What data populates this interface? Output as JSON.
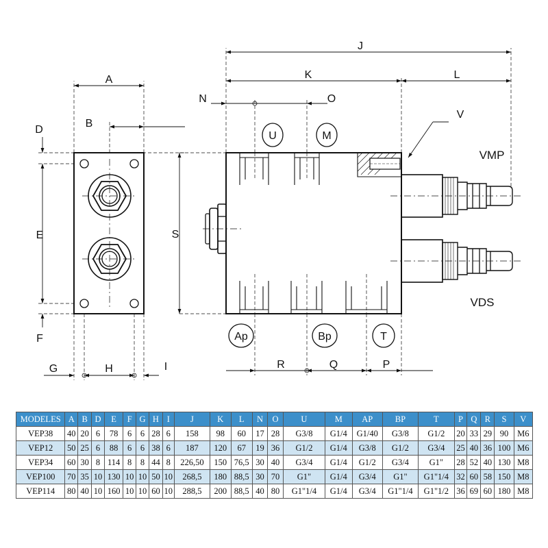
{
  "drawing": {
    "dimension_labels": {
      "A": "A",
      "B": "B",
      "D": "D",
      "E": "E",
      "F": "F",
      "G": "G",
      "H": "H",
      "I": "I",
      "J": "J",
      "K": "K",
      "L": "L",
      "N": "N",
      "O": "O",
      "S": "S",
      "V": "V",
      "R": "R",
      "Q": "Q",
      "P": "P"
    },
    "ports": {
      "U": "U",
      "M": "M",
      "Ap": "Ap",
      "Bp": "Bp",
      "T": "T"
    },
    "valve_labels": {
      "VMP": "VMP",
      "VDS": "VDS"
    }
  },
  "spec_table": {
    "headers": [
      "MODELES",
      "A",
      "B",
      "D",
      "E",
      "F",
      "G",
      "H",
      "I",
      "J",
      "K",
      "L",
      "N",
      "O",
      "U",
      "M",
      "AP",
      "BP",
      "T",
      "P",
      "Q",
      "R",
      "S",
      "V"
    ],
    "rows": [
      [
        "VEP38",
        "40",
        "20",
        "6",
        "78",
        "6",
        "6",
        "28",
        "6",
        "158",
        "98",
        "60",
        "17",
        "28",
        "G3/8",
        "G1/4",
        "G1/40",
        "G3/8",
        "G1/2",
        "20",
        "33",
        "29",
        "90",
        "M6"
      ],
      [
        "VEP12",
        "50",
        "25",
        "6",
        "88",
        "6",
        "6",
        "38",
        "6",
        "187",
        "120",
        "67",
        "19",
        "36",
        "G1/2",
        "G1/4",
        "G3/8",
        "G1/2",
        "G3/4",
        "25",
        "40",
        "36",
        "100",
        "M6"
      ],
      [
        "VEP34",
        "60",
        "30",
        "8",
        "114",
        "8",
        "8",
        "44",
        "8",
        "226,50",
        "150",
        "76,5",
        "30",
        "40",
        "G3/4",
        "G1/4",
        "G1/2",
        "G3/4",
        "G1\"",
        "28",
        "52",
        "40",
        "130",
        "M8"
      ],
      [
        "VEP100",
        "70",
        "35",
        "10",
        "130",
        "10",
        "10",
        "50",
        "10",
        "268,5",
        "180",
        "88,5",
        "30",
        "70",
        "G1\"",
        "G1/4",
        "G3/4",
        "G1\"",
        "G1\"1/4",
        "32",
        "60",
        "58",
        "150",
        "M8"
      ],
      [
        "VEP114",
        "80",
        "40",
        "10",
        "160",
        "10",
        "10",
        "60",
        "10",
        "288,5",
        "200",
        "88,5",
        "40",
        "80",
        "G1\"1/4",
        "G1/4",
        "G3/4",
        "G1\"1/4",
        "G1\"1/2",
        "36",
        "69",
        "60",
        "180",
        "M8"
      ]
    ]
  },
  "colors": {
    "header_bg": "#3c8fca",
    "row_alt_bg": "#cfe4f2",
    "line": "#111111"
  }
}
